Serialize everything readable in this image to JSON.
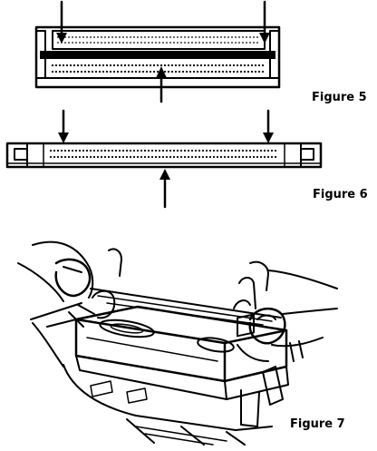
{
  "figures": {
    "figure5": {
      "label": "Figure 5",
      "subject": "connector-top-view"
    },
    "figure6": {
      "label": "Figure 6",
      "subject": "connector-side-view"
    },
    "figure7": {
      "label": "Figure 7",
      "subject": "hands-pressing-connector"
    }
  },
  "colors": {
    "ink": "#000000",
    "paper": "#ffffff"
  }
}
